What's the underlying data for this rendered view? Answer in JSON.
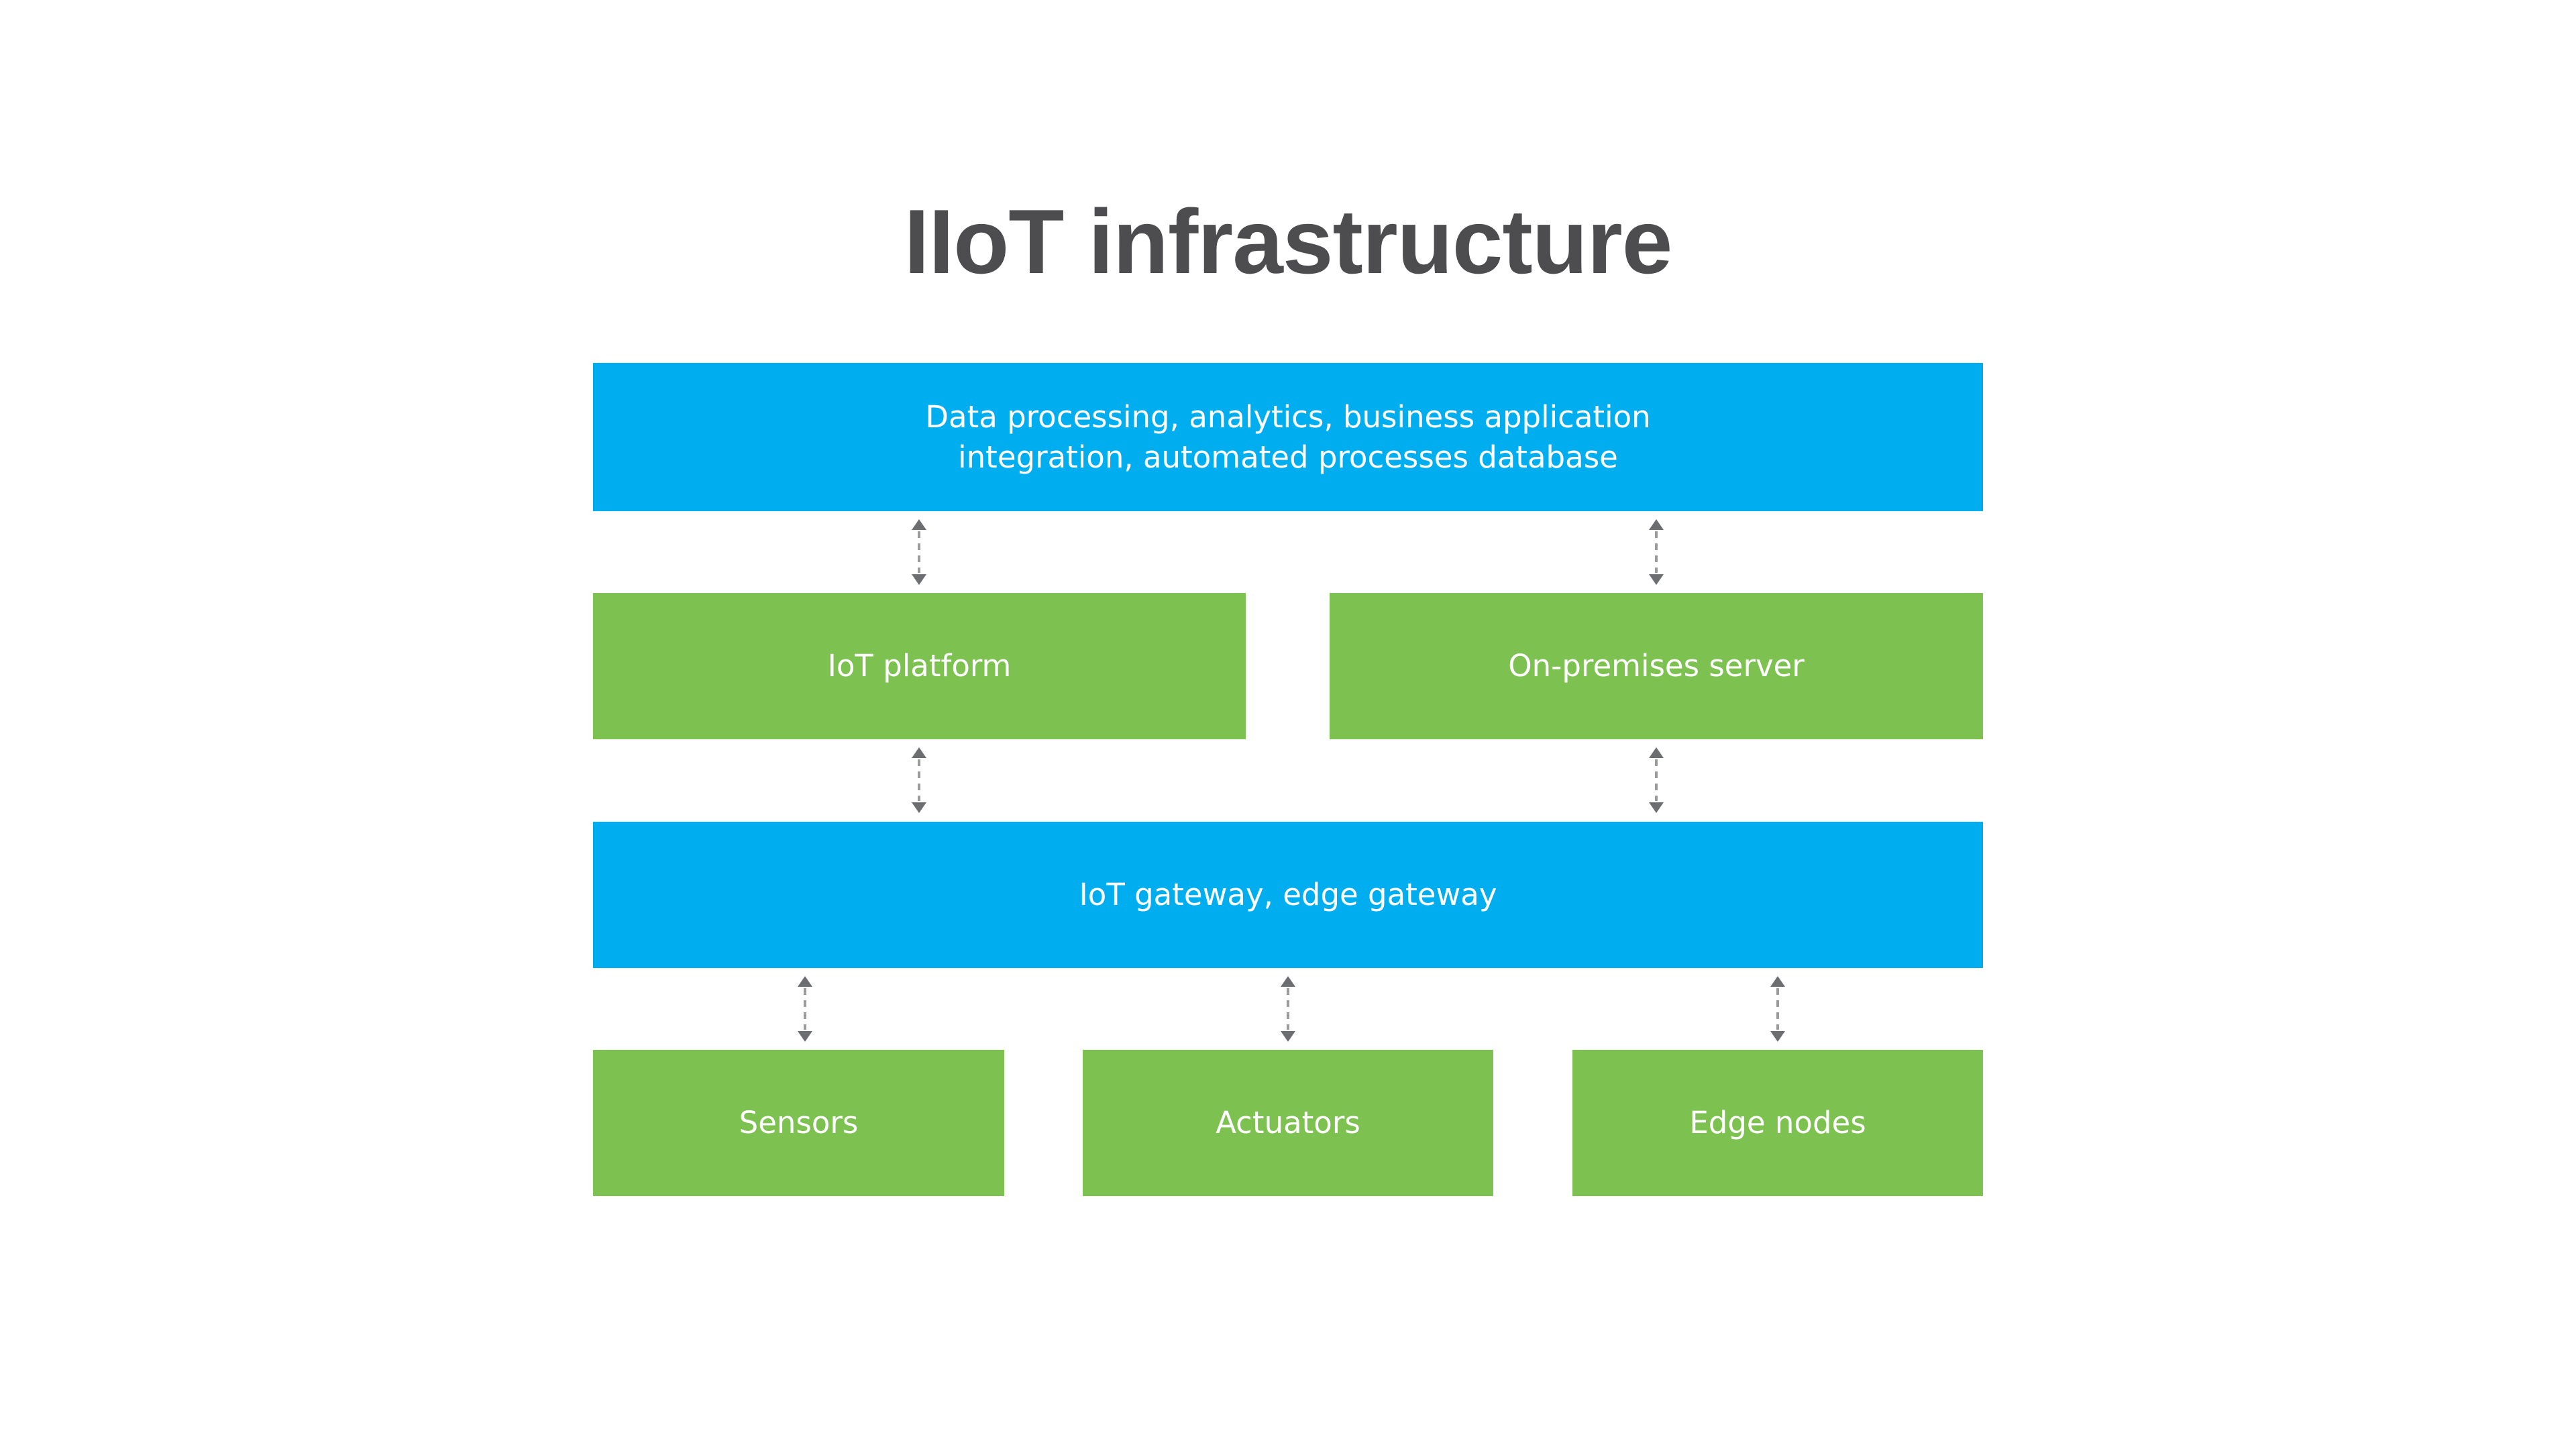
{
  "diagram": {
    "title": "IIoT infrastructure",
    "colors": {
      "title": "#4d4d4f",
      "blue": "#00aeef",
      "green": "#7dc250",
      "box_text": "#ffffff",
      "arrow": "#6d6e71"
    },
    "nodes": {
      "top": {
        "lines": [
          "Data processing, analytics, business application",
          "integration, automated processes database"
        ],
        "color": "blue"
      },
      "iot_platform": {
        "label": "IoT platform",
        "color": "green"
      },
      "on_premises": {
        "label": "On-premises server",
        "color": "green"
      },
      "gateway": {
        "label": "IoT gateway, edge gateway",
        "color": "blue"
      },
      "sensors": {
        "label": "Sensors",
        "color": "green"
      },
      "actuators": {
        "label": "Actuators",
        "color": "green"
      },
      "edge_nodes": {
        "label": "Edge nodes",
        "color": "green"
      }
    },
    "connections": [
      {
        "from": "top",
        "to": "iot_platform",
        "style": "dashed-bidirectional"
      },
      {
        "from": "top",
        "to": "on_premises",
        "style": "dashed-bidirectional"
      },
      {
        "from": "iot_platform",
        "to": "gateway",
        "style": "dashed-bidirectional"
      },
      {
        "from": "on_premises",
        "to": "gateway",
        "style": "dashed-bidirectional"
      },
      {
        "from": "gateway",
        "to": "sensors",
        "style": "dashed-bidirectional"
      },
      {
        "from": "gateway",
        "to": "actuators",
        "style": "dashed-bidirectional"
      },
      {
        "from": "gateway",
        "to": "edge_nodes",
        "style": "dashed-bidirectional"
      }
    ]
  }
}
